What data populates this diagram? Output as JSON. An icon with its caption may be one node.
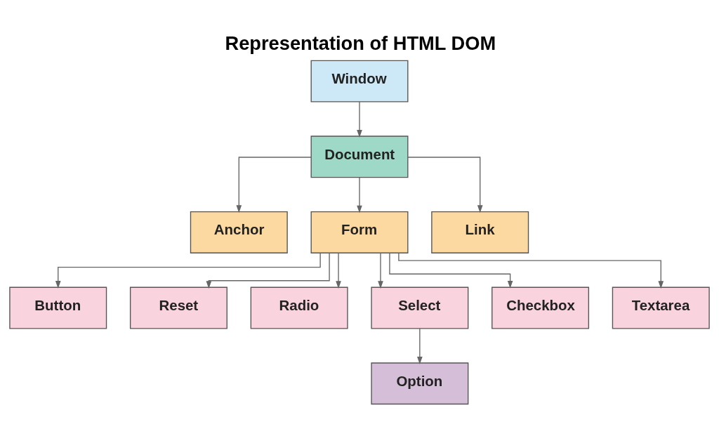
{
  "diagram": {
    "title": "Representation of HTML DOM",
    "nodes": [
      {
        "text": [
          "Window"
        ]
      },
      {
        "text": [
          "Document"
        ]
      },
      {
        "text": [
          "Anchor"
        ]
      },
      {
        "text": [
          "Form"
        ]
      },
      {
        "text": [
          "Link"
        ]
      },
      {
        "text": [
          "Button"
        ]
      },
      {
        "text": [
          "Reset"
        ]
      },
      {
        "text": [
          "Radio"
        ]
      },
      {
        "text": [
          "Select"
        ]
      },
      {
        "text": [
          "Checkbox"
        ]
      },
      {
        "text": [
          "Textarea"
        ]
      },
      {
        "text": [
          "Option"
        ]
      }
    ],
    "edges": [
      {
        "from": 0,
        "to": 1,
        "arrow": "to"
      },
      {
        "from": 1,
        "to": 2,
        "arrow": "to"
      },
      {
        "from": 1,
        "to": 3,
        "arrow": "to"
      },
      {
        "from": 1,
        "to": 4,
        "arrow": "to"
      },
      {
        "from": 3,
        "to": 5,
        "arrow": "to"
      },
      {
        "from": 3,
        "to": 6,
        "arrow": "to"
      },
      {
        "from": 3,
        "to": 7,
        "arrow": "to"
      },
      {
        "from": 3,
        "to": 8,
        "arrow": "to"
      },
      {
        "from": 3,
        "to": 9,
        "arrow": "to"
      },
      {
        "from": 3,
        "to": 10,
        "arrow": "to"
      },
      {
        "from": 8,
        "to": 11,
        "arrow": "to"
      }
    ]
  }
}
